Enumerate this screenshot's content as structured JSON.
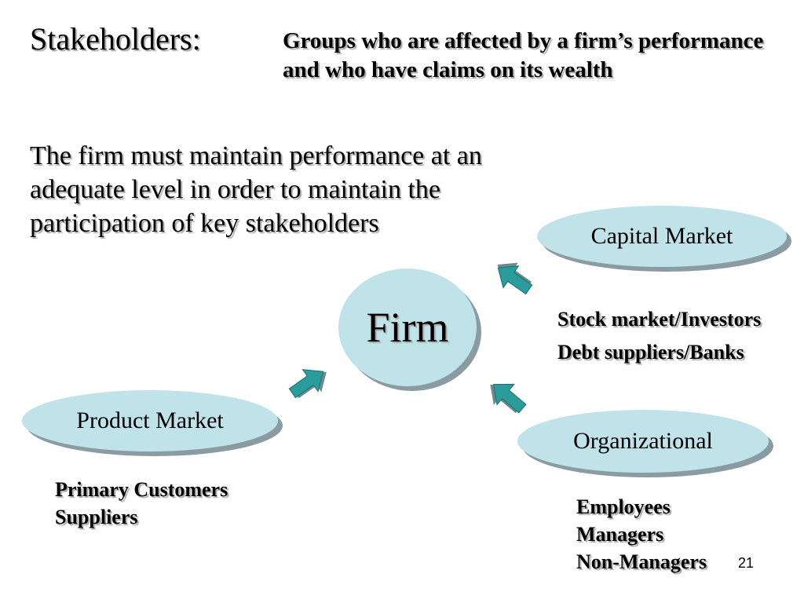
{
  "title": "Stakeholders:",
  "definition": "Groups who are affected by a firm’s performance and who have claims on its wealth",
  "paragraph": "The firm must maintain performance at an adequate level in order to maintain the participation of key stakeholders",
  "center": {
    "label": "Firm"
  },
  "capital_market": {
    "label": "Capital Market",
    "items": [
      "Stock market/Investors",
      "Debt suppliers/Banks"
    ]
  },
  "product_market": {
    "label": "Product Market",
    "items": [
      "Primary Customers",
      "Suppliers"
    ]
  },
  "organizational": {
    "label": "Organizational",
    "items": [
      "Employees",
      "Managers",
      "Non-Managers"
    ]
  },
  "page_number": "21",
  "colors": {
    "ellipse_fill": "#bfe3e8",
    "ellipse_shadow": "#8a9ca2",
    "arrow_fill": "#2a9c9c"
  },
  "icons": [
    "arrow-icon"
  ]
}
